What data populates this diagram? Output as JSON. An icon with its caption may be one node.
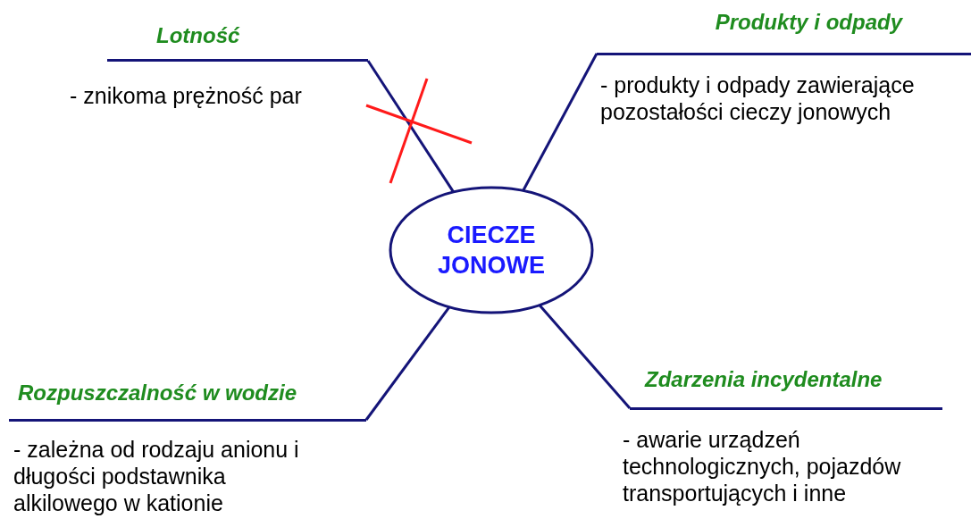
{
  "diagram": {
    "nodes": [
      {
        "text": [
          "CIECZE JONOWE"
        ]
      },
      {
        "text": [
          "Lotność",
          "- znikoma prężność par"
        ]
      },
      {
        "text": [
          "Produkty i odpady",
          "- produkty i odpady zawierające pozostałości cieczy jonowych"
        ]
      },
      {
        "text": [
          "Rozpuszczalność w wodzie",
          "- zależna od rodzaju anionu i długości podstawnika alkilowego w kationie"
        ]
      },
      {
        "text": [
          "Zdarzenia incydentalne",
          "- awarie urządzeń technologicznych, pojazdów transportujących i inne"
        ]
      }
    ],
    "edges": [
      {
        "from": 0,
        "to": 1,
        "arrow": "none"
      },
      {
        "from": 0,
        "to": 2,
        "arrow": "none"
      },
      {
        "from": 0,
        "to": 3,
        "arrow": "none"
      },
      {
        "from": 0,
        "to": 4,
        "arrow": "none"
      }
    ]
  }
}
